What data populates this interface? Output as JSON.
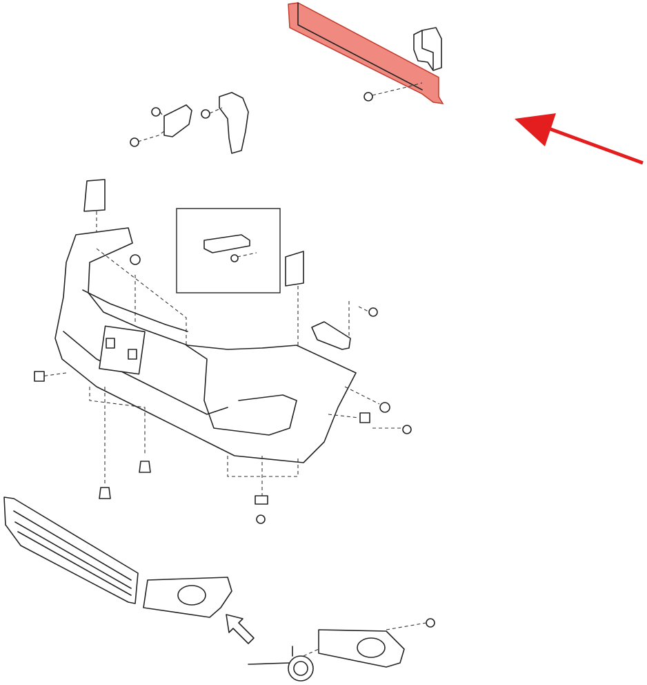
{
  "diagram": {
    "highlight_color": "#f08a80",
    "highlight_stroke": "#c0392b",
    "pointer_arrow_color": "#e41e1e",
    "line_color": "#222222",
    "parts": [
      "bumper-reinforcement-highlighted",
      "side-bracket",
      "headlamp-bracket",
      "seal-pad-left",
      "seal-pad-right",
      "detail-inset-retainer",
      "bumper-cover",
      "bumper-side-retainer",
      "lower-grille",
      "fog-lamp-cover-left",
      "fog-lamp-cover-right",
      "fog-lamp",
      "clips-and-screws"
    ]
  }
}
